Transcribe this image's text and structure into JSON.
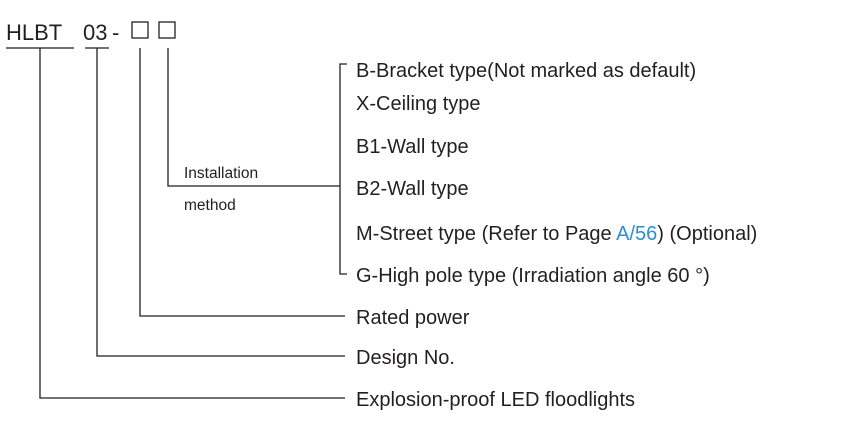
{
  "model": {
    "prefix": "HLBT",
    "series": "03",
    "dash": "-"
  },
  "install_label": {
    "line1": "Installation",
    "line2": "method"
  },
  "install_options": {
    "bracket": "B-Bracket type(Not  marked  as  default)",
    "ceiling": "X-Ceiling type",
    "wall_b1": "B1-Wall type",
    "wall_b2": "B2-Wall type",
    "street_before": "M-Street type (Refer to Page ",
    "street_link": "A/56",
    "street_after": ") (Optional)",
    "high_pole": "G-High pole type (Irradiation angle 60 °)"
  },
  "segments": {
    "rated_power": "Rated  power",
    "design_no": "Design No.",
    "product": "Explosion-proof LED floodlights"
  },
  "colors": {
    "text": "#231f20",
    "link": "#2b8fd0"
  }
}
